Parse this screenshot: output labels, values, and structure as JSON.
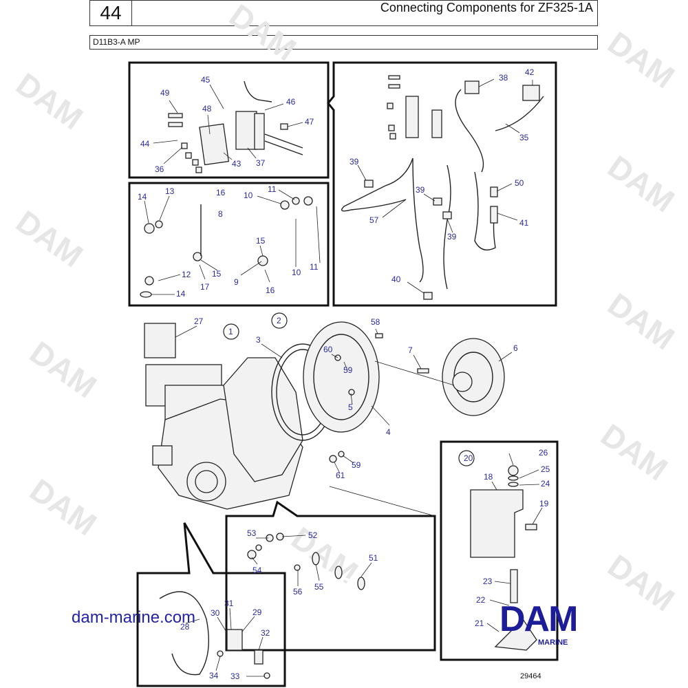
{
  "header": {
    "page_number": "44",
    "title": "Connecting Components for ZF325-1A",
    "subtitle": "D11B3-A MP"
  },
  "watermark": "DAM",
  "callouts": {
    "c1": "1",
    "c2": "2",
    "c3": "3",
    "c4": "4",
    "c5": "5",
    "c6": "6",
    "c7": "7",
    "c8": "8",
    "c9": "9",
    "c10a": "10",
    "c10b": "10",
    "c11a": "11",
    "c11b": "11",
    "c12": "12",
    "c13": "13",
    "c14a": "14",
    "c14b": "14",
    "c15a": "15",
    "c15b": "15",
    "c16a": "16",
    "c16b": "16",
    "c17": "17",
    "c18": "18",
    "c19": "19",
    "c20": "20",
    "c21": "21",
    "c22": "22",
    "c23": "23",
    "c24": "24",
    "c25": "25",
    "c26": "26",
    "c27": "27",
    "c28": "28",
    "c29": "29",
    "c30": "30",
    "c31": "31",
    "c32": "32",
    "c33": "33",
    "c34": "34",
    "c35": "35",
    "c36": "36",
    "c37": "37",
    "c38": "38",
    "c39a": "39",
    "c39b": "39",
    "c39c": "39",
    "c40": "40",
    "c41": "41",
    "c42": "42",
    "c43": "43",
    "c44": "44",
    "c45": "45",
    "c46": "46",
    "c47": "47",
    "c48": "48",
    "c49": "49",
    "c50": "50",
    "c51": "51",
    "c52": "52",
    "c53": "53",
    "c54": "54",
    "c55": "55",
    "c56": "56",
    "c57": "57",
    "c58": "58",
    "c59a": "59",
    "c59b": "59",
    "c60": "60",
    "c61": "61"
  },
  "footer": {
    "site_link": "dam-marine.com",
    "logo_text": "DAM",
    "logo_sub": "MARINE",
    "ref_number": "29464"
  },
  "colors": {
    "callout": "#2a2aa0",
    "brand": "#1d1d9a",
    "watermark": "#e6e6e6"
  }
}
